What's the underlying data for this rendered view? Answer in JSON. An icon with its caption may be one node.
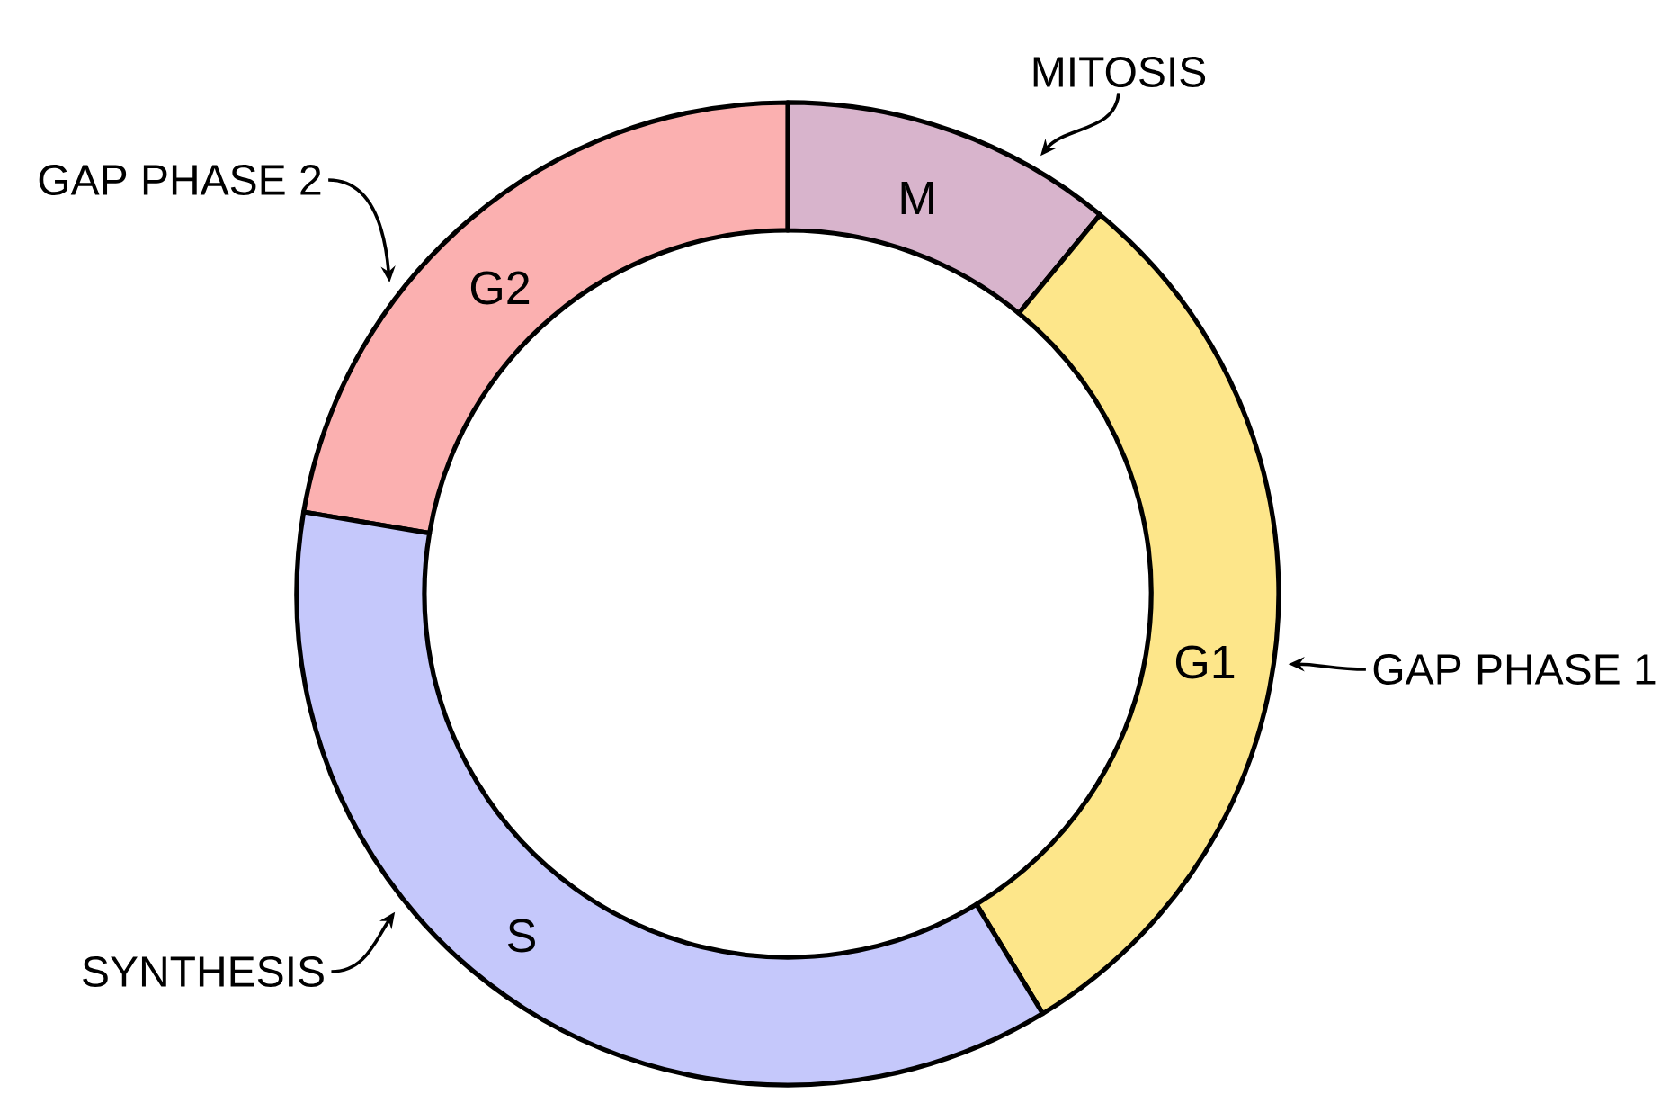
{
  "diagram": {
    "nodes": [
      {
        "text": [
          "MITOSIS"
        ]
      },
      {
        "text": [
          "GAP PHASE 2"
        ]
      },
      {
        "text": [
          "M"
        ]
      },
      {
        "text": [
          "G2"
        ]
      },
      {
        "text": [
          "G1"
        ]
      },
      {
        "text": [
          "GAP PHASE 1"
        ]
      },
      {
        "text": [
          "S"
        ]
      },
      {
        "text": [
          "SYNTHESIS"
        ]
      }
    ],
    "edges": [
      {
        "from": 0,
        "to": 2,
        "arrow": "to"
      },
      {
        "from": 1,
        "to": 3,
        "arrow": "to"
      },
      {
        "from": 5,
        "to": 4,
        "arrow": "to"
      },
      {
        "from": 7,
        "to": 6,
        "arrow": "to"
      }
    ]
  }
}
